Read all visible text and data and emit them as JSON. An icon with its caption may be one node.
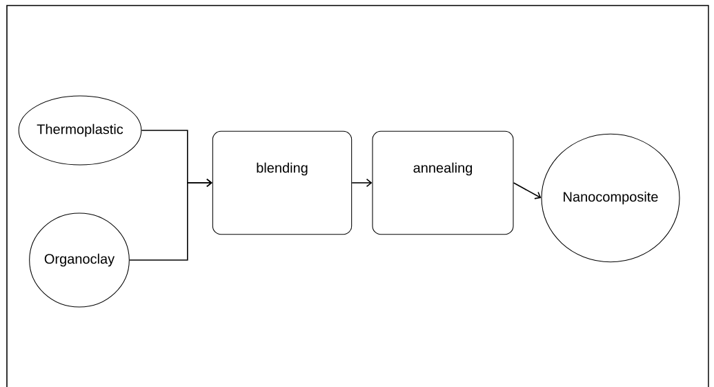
{
  "diagram": {
    "nodes": [
      {
        "text": [
          "Thermoplastic"
        ]
      },
      {
        "text": [
          "Organoclay"
        ]
      },
      {
        "text": [
          "blending"
        ]
      },
      {
        "text": [
          "annealing"
        ]
      },
      {
        "text": [
          "Nanocomposite"
        ]
      }
    ],
    "edges": [
      {
        "from": 0,
        "to": 2,
        "arrow": "to"
      },
      {
        "from": 1,
        "to": 2,
        "arrow": "to"
      },
      {
        "from": 2,
        "to": 3,
        "arrow": "to"
      },
      {
        "from": 3,
        "to": 4,
        "arrow": "to"
      }
    ]
  }
}
